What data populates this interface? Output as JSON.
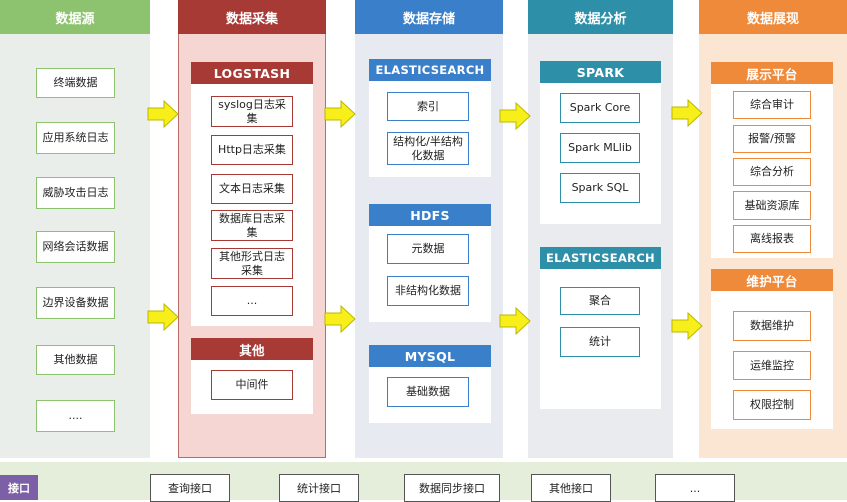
{
  "columns": {
    "source": {
      "title": "数据源",
      "items": [
        "终端数据",
        "应用系统日志",
        "威胁攻击日志",
        "网络会话数据",
        "边界设备数据",
        "其他数据",
        "...."
      ]
    },
    "collect": {
      "title": "数据采集",
      "logstash": {
        "title": "LOGSTASH",
        "items": [
          "syslog日志采集",
          "Http日志采集",
          "文本日志采集",
          "数据库日志采集",
          "其他形式日志采集",
          "..."
        ]
      },
      "other": {
        "title": "其他",
        "items": [
          "中间件"
        ]
      }
    },
    "storage": {
      "title": "数据存储",
      "elasticsearch": {
        "title": "ELASTICSEARCH",
        "items": [
          "索引",
          "结构化/半结构化数据"
        ]
      },
      "hdfs": {
        "title": "HDFS",
        "items": [
          "元数据",
          "非结构化数据"
        ]
      },
      "mysql": {
        "title": "MYSQL",
        "items": [
          "基础数据"
        ]
      }
    },
    "analysis": {
      "title": "数据分析",
      "spark": {
        "title": "SPARK",
        "items": [
          "Spark Core",
          "Spark MLlib",
          "Spark SQL"
        ]
      },
      "elasticsearch": {
        "title": "ELASTICSEARCH",
        "items": [
          "聚合",
          "统计"
        ]
      }
    },
    "display": {
      "title": "数据展现",
      "show": {
        "title": "展示平台",
        "items": [
          "综合审计",
          "报警/预警",
          "综合分析",
          "基础资源库",
          "离线报表"
        ]
      },
      "maintain": {
        "title": "维护平台",
        "items": [
          "数据维护",
          "运维监控",
          "权限控制"
        ]
      }
    }
  },
  "interfaces": {
    "label": "接口",
    "items": [
      "查询接口",
      "统计接口",
      "数据同步接口",
      "其他接口",
      "..."
    ]
  },
  "colors": {
    "source_head": "#8dc26f",
    "collect_head": "#a83a35",
    "storage_head": "#3a7fc9",
    "analysis_head": "#2e8fa8",
    "display_head": "#ef8a3a",
    "arrow": "#f7ee1a"
  }
}
